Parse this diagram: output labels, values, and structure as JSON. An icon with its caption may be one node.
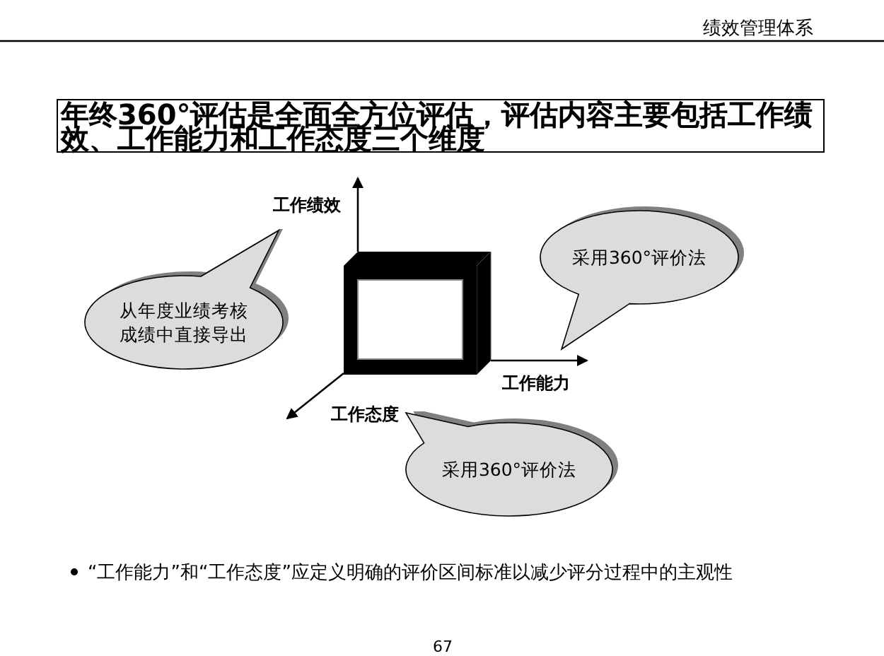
{
  "diagram": {
    "title": "年终360°评估是全面全方位评估，评估内容主要包括工作绩效、工作能力和工作态度三个维度",
    "nodes": [
      {
        "text": [
          "从年度业绩考核成绩中直接导出"
        ]
      },
      {
        "text": [
          "采用360°评价法"
        ]
      },
      {
        "text": [
          "采用360°评价法"
        ]
      }
    ],
    "labels": [
      "绩效管理体系",
      "工作绩效",
      "工作能力",
      "工作态度",
      "“工作能力”和“工作态度”应定义明确的评价区间标准以减少评分过程中的主观性",
      "67"
    ]
  }
}
